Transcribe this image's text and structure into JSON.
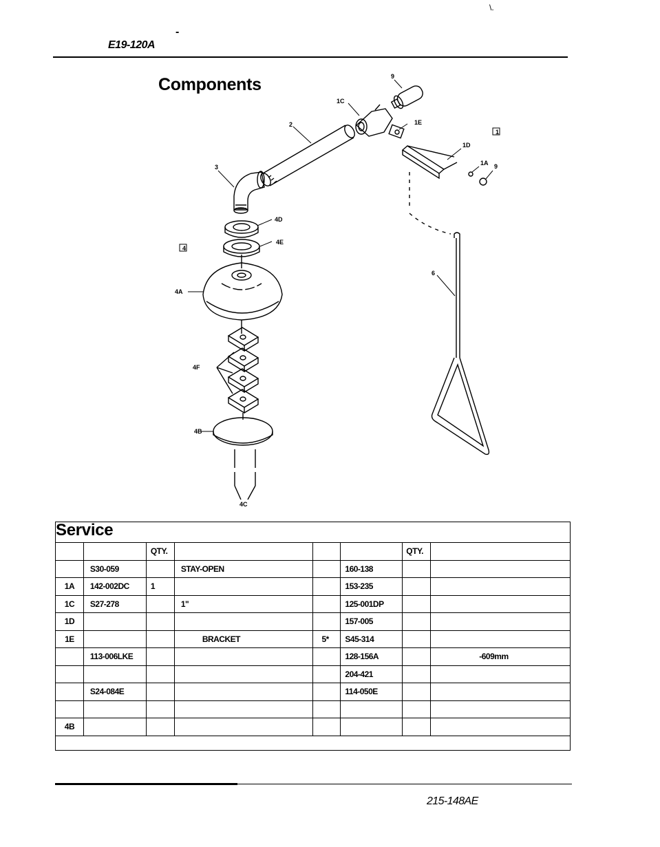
{
  "header": {
    "corner_mark": "\\.",
    "dash": "-",
    "model_number": "E19-120A"
  },
  "section_title": "Components",
  "diagram": {
    "callouts": [
      "9",
      "1C",
      "1E",
      "1",
      "2",
      "1D",
      "1A",
      "9",
      "3",
      "4D",
      "4E",
      "4",
      "4A",
      "6",
      "4F",
      "4B",
      "4C"
    ]
  },
  "service": {
    "title": "Service",
    "header_qty_left": "QTY.",
    "header_qty_right": "QTY.",
    "rows": [
      {
        "item": "",
        "part": "S30-059",
        "qty": "",
        "desc": "STAY-OPEN",
        "item2": "",
        "part2": "160-138",
        "qty2": "",
        "desc2": ""
      },
      {
        "item": "1A",
        "part": "142-002DC",
        "qty": "1",
        "desc": "",
        "item2": "",
        "part2": "153-235",
        "qty2": "",
        "desc2": ""
      },
      {
        "item": "1C",
        "part": "S27-278",
        "qty": "",
        "desc": "1\"",
        "item2": "",
        "part2": "125-001DP",
        "qty2": "",
        "desc2": ""
      },
      {
        "item": "1D",
        "part": "",
        "qty": "",
        "desc": "",
        "item2": "",
        "part2": "157-005",
        "qty2": "",
        "desc2": ""
      },
      {
        "item": "1E",
        "part": "",
        "qty": "",
        "desc": "BRACKET",
        "item2": "5*",
        "part2": "S45-314",
        "qty2": "",
        "desc2": ""
      },
      {
        "item": "",
        "part": "113-006LKE",
        "qty": "",
        "desc": "",
        "item2": "",
        "part2": "128-156A",
        "qty2": "",
        "desc2": "-609mm"
      },
      {
        "item": "",
        "part": "",
        "qty": "",
        "desc": "",
        "item2": "",
        "part2": "204-421",
        "qty2": "",
        "desc2": ""
      },
      {
        "item": "",
        "part": "S24-084E",
        "qty": "",
        "desc": "",
        "item2": "",
        "part2": "114-050E",
        "qty2": "",
        "desc2": ""
      },
      {
        "item": "",
        "part": "",
        "qty": "",
        "desc": "",
        "item2": "",
        "part2": "",
        "qty2": "",
        "desc2": ""
      },
      {
        "item": "4B",
        "part": "",
        "qty": "",
        "desc": "",
        "item2": "",
        "part2": "",
        "qty2": "",
        "desc2": ""
      }
    ]
  },
  "footer": {
    "doc_number": "215-148AE"
  }
}
